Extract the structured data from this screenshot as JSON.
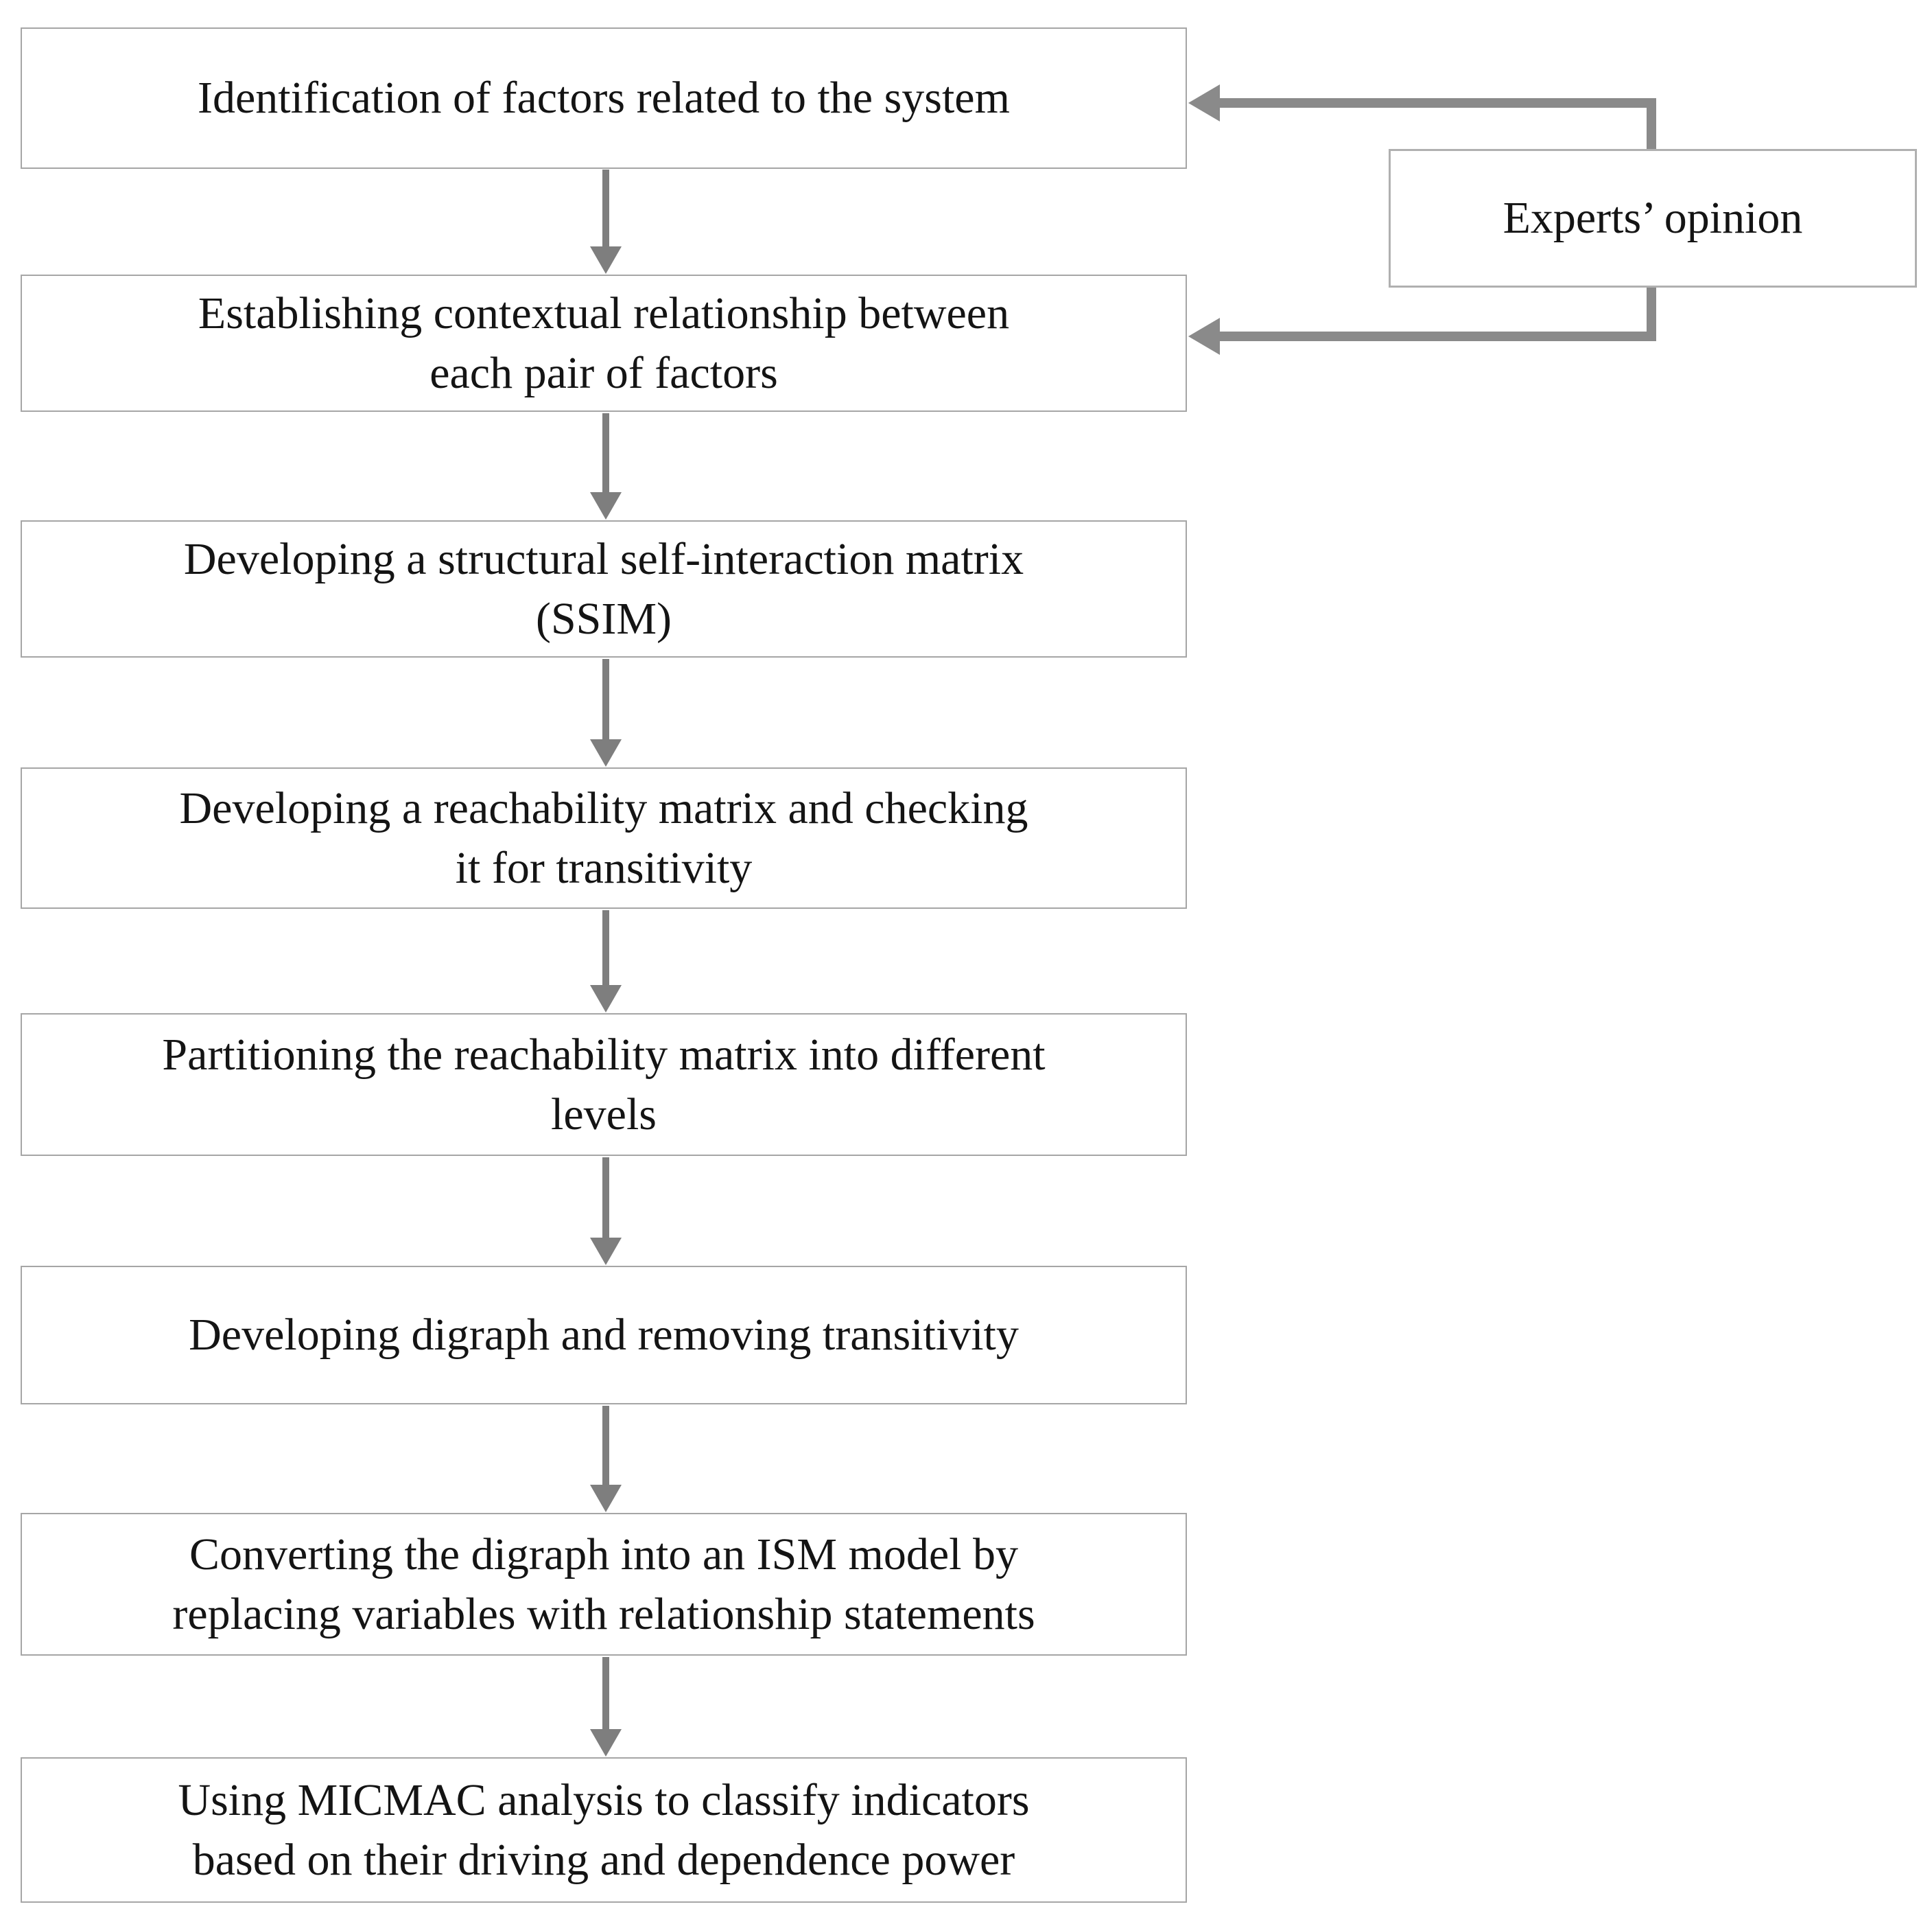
{
  "flowchart": {
    "type": "process-flow-diagram",
    "steps": [
      {
        "label": "Identification of factors related to the system"
      },
      {
        "label": "Establishing contextual relationship between\neach pair of factors"
      },
      {
        "label": "Developing a structural self-interaction matrix\n(SSIM)"
      },
      {
        "label": "Developing a reachability matrix and checking\nit for transitivity"
      },
      {
        "label": "Partitioning the reachability matrix into different\nlevels"
      },
      {
        "label": "Developing digraph and removing transitivity"
      },
      {
        "label": "Converting the digraph into an ISM model by\nreplacing variables with relationship statements"
      },
      {
        "label": "Using MICMAC analysis to classify indicators\nbased on their driving and dependence power"
      }
    ],
    "side_box": {
      "label": "Experts’ opinion"
    },
    "colors": {
      "background": "#ffffff",
      "box_background": "#ffffff",
      "box_border": "#a6a6a6",
      "side_box_border": "#b0b0b0",
      "flow_arrow": "#7e7e7e",
      "connector": "#8a8a8a",
      "text": "#141414"
    }
  }
}
